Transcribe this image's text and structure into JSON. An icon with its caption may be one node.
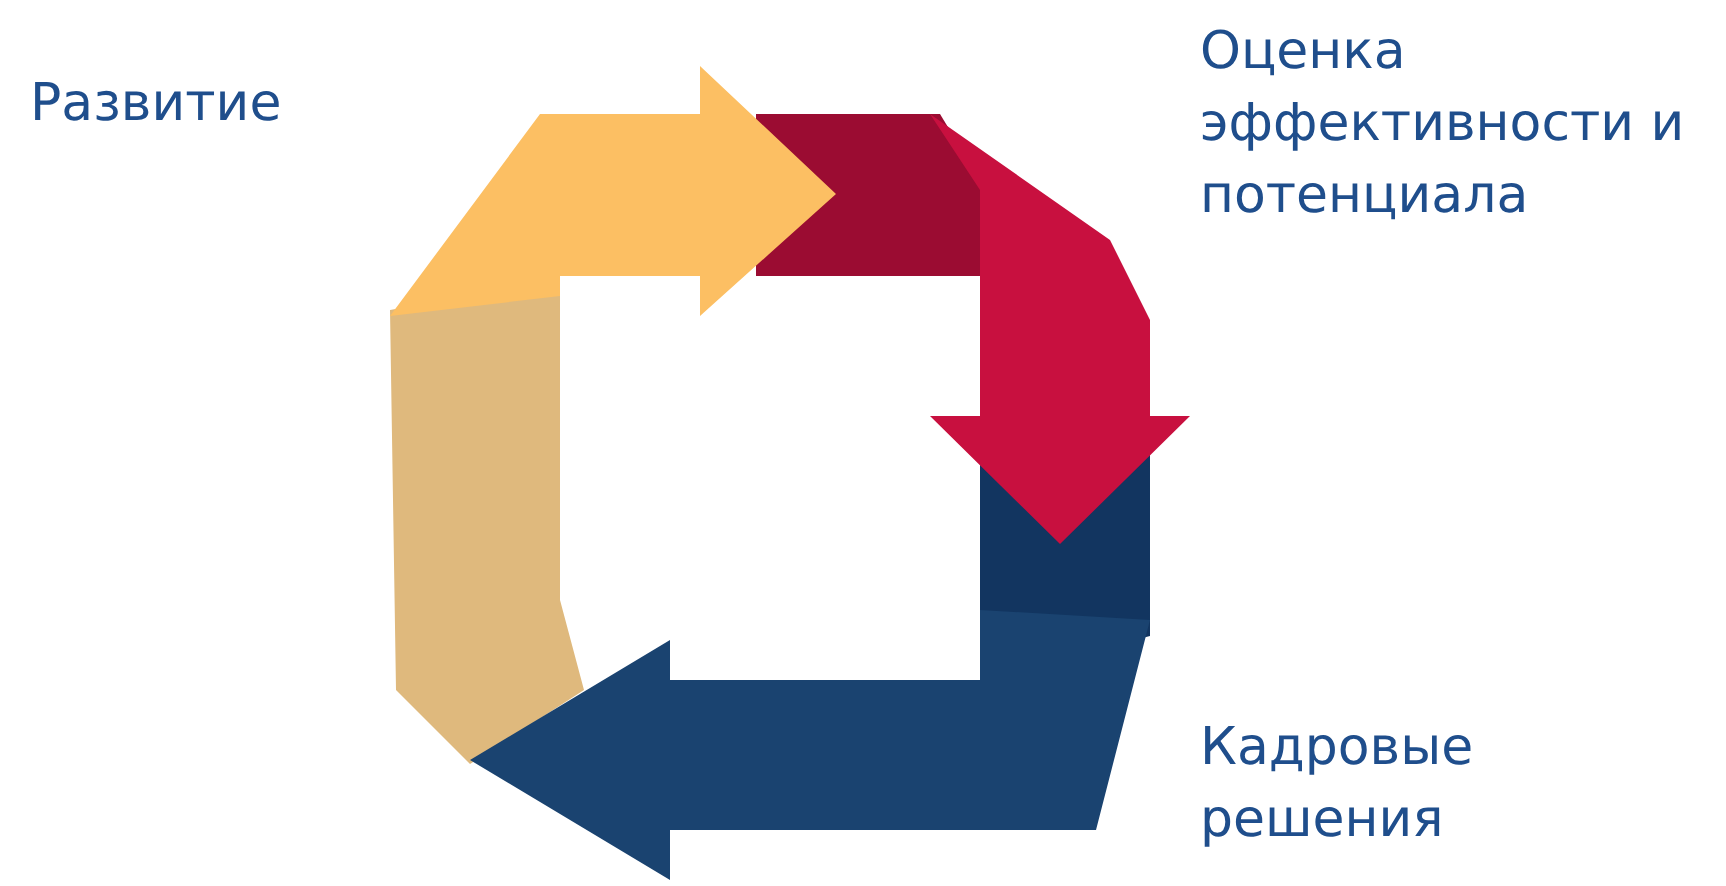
{
  "diagram": {
    "labels": [
      "Развитие",
      "Оценка эффективности и потенциала",
      "Кадровые решения"
    ]
  }
}
